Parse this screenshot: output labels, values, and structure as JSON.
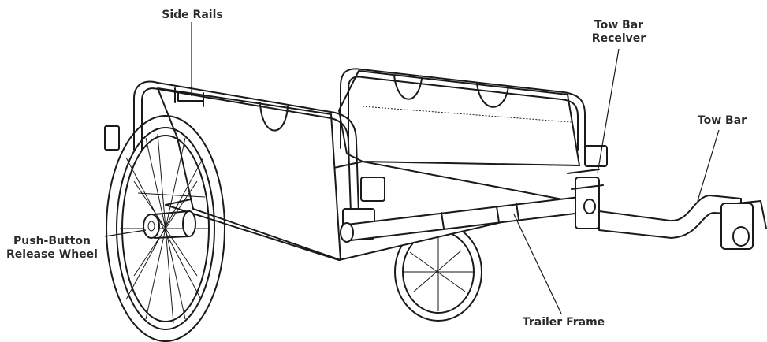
{
  "labels": {
    "side_rails": "Side Rails",
    "tow_bar_receiver_line1": "Tow Bar",
    "tow_bar_receiver_line2": "Receiver",
    "tow_bar": "Tow Bar",
    "push_button_line1": "Push-Button",
    "push_button_line2": "Release Wheel",
    "trailer_frame": "Trailer Frame"
  }
}
